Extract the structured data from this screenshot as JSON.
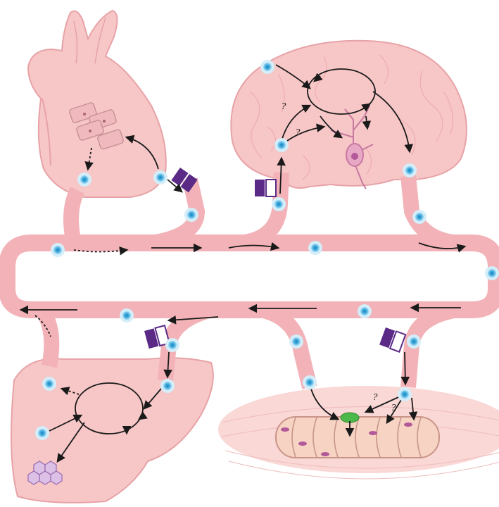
{
  "diagram": {
    "organs": [
      "heart",
      "brain",
      "liver",
      "skeletal-muscle"
    ],
    "question_marks": [
      "?",
      "?",
      "?",
      "?"
    ]
  },
  "colors": {
    "tissue_fill": "#f7c6c6",
    "tissue_edge": "#e7a3a7",
    "vessel_fill": "#f2b2b7",
    "cell_fill": "#3aa9de",
    "cell_halo": "#d4eef9",
    "transporter": "#5a2a86",
    "arrow": "#1a1a1a",
    "muscle_fiber": "#f6d3c2",
    "neuron": "#c77aa1",
    "green_receptor": "#4db84a"
  }
}
